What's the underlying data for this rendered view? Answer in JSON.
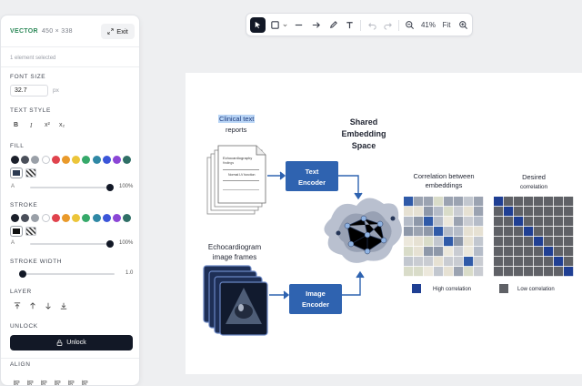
{
  "toolbar": {
    "zoom": "41%",
    "fit": "Fit",
    "tools": [
      "pointer-tool",
      "rectangle-tool",
      "line-tool",
      "arrow-tool",
      "pen-tool",
      "text-tool",
      "undo",
      "redo",
      "zoom-out",
      "zoom-in"
    ]
  },
  "panel": {
    "type_label": "VECTOR",
    "dimensions": "450 × 338",
    "exit_label": "Exit",
    "selection_info": "1 element selected",
    "font_size_label": "FONT SIZE",
    "font_size_value": "32.7",
    "font_size_unit": "px",
    "text_style_label": "TEXT STYLE",
    "text_styles": [
      "B",
      "I",
      "x²",
      "x₂"
    ],
    "fill_label": "FILL",
    "fill_alpha_label": "A",
    "fill_opacity": "100%",
    "stroke_label": "STROKE",
    "stroke_alpha_label": "A",
    "stroke_opacity": "100%",
    "stroke_width_label": "STROKE WIDTH",
    "stroke_width_value": "1.0",
    "layer_label": "LAYER",
    "unlock_section_label": "UNLOCK",
    "unlock_button": "Unlock",
    "align_label": "ALIGN",
    "swatch_colors": [
      "#1b1f2a",
      "#4a4f5a",
      "#9aa0a8",
      "#ffffff",
      "#e0434d",
      "#e99a2b",
      "#ecc53a",
      "#36a96a",
      "#2f88a5",
      "#3b55d9",
      "#8b46d6",
      "#2f6f66"
    ]
  },
  "figure": {
    "clinical_text": "Clinical text",
    "reports": "reports",
    "doc_title": "Echocardiography",
    "doc_subtitle": "findings",
    "doc_line": "Normal LV function",
    "text_encoder": [
      "Text",
      "Encoder"
    ],
    "shared_space": [
      "Shared",
      "Embedding",
      "Space"
    ],
    "echo_label": [
      "Echocardiogram",
      "image frames"
    ],
    "image_encoder": [
      "Image",
      "Encoder"
    ],
    "corr_title": [
      "Correlation between",
      "embeddings"
    ],
    "desired_title": [
      "Desired",
      "correlation"
    ],
    "legend_high": "High correlation",
    "legend_low": "Low correlation",
    "colors": {
      "encoder": "#2f63b0",
      "high": "#1f3f93",
      "low": "#5f6166",
      "cloud": "#b9c0cf"
    }
  }
}
